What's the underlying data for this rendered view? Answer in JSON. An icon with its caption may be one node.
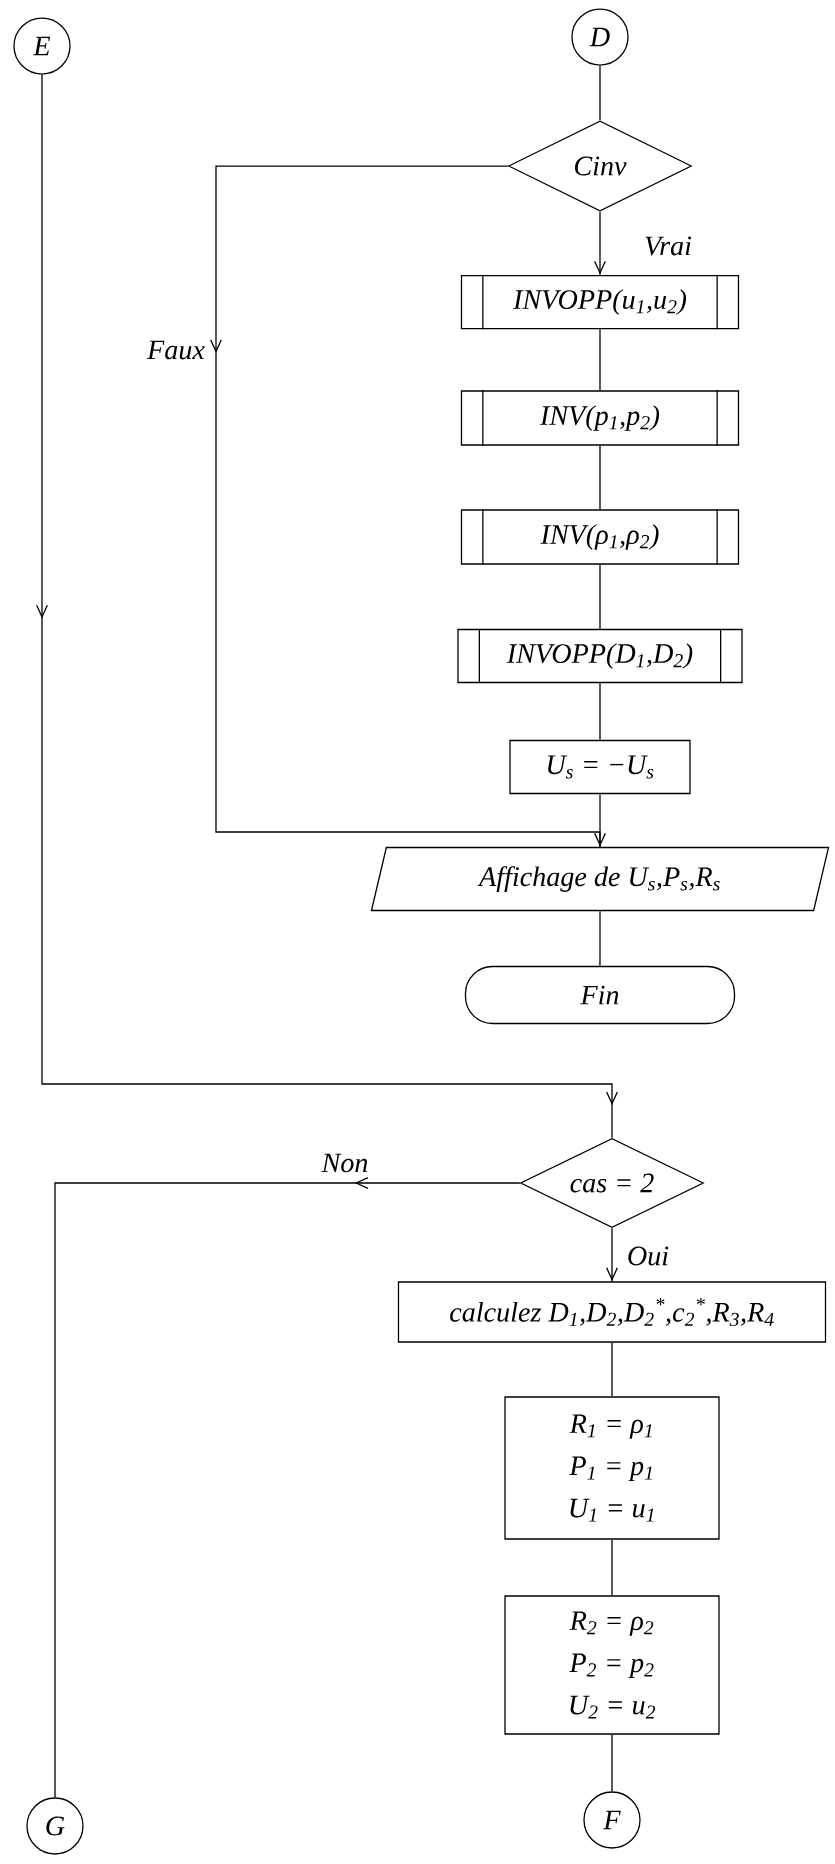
{
  "diagram": {
    "nodes": [
      {
        "text": [
          "E"
        ]
      },
      {
        "text": [
          "D"
        ]
      },
      {
        "text": [
          "Cinv"
        ]
      },
      {
        "text": [
          "INVOPP(u$_{1}$,u$_{2}$)"
        ]
      },
      {
        "text": [
          "INV(p$_{1}$,p$_{2}$)"
        ]
      },
      {
        "text": [
          "INV(ρ$_{1}$,ρ$_{2}$)"
        ]
      },
      {
        "text": [
          "INVOPP(D$_{1}$,D$_{2}$)"
        ]
      },
      {
        "text": [
          "U$_{s}$ = −U$_{s}$"
        ]
      },
      {
        "text": [
          "Affichage de U$_{s}$,P$_{s}$,R$_{s}$"
        ]
      },
      {
        "text": [
          "Fin"
        ]
      },
      {
        "text": [
          "cas = 2"
        ]
      },
      {
        "text": [
          "calculez D$_{1}$,D$_{2}$,D$_{2}$$^{*}$,c$_{2}$$^{*}$,R$_{3}$,R$_{4}$"
        ]
      },
      {
        "text": [
          "R$_{1}$ = ρ$_{1}$",
          "P$_{1}$ = p$_{1}$",
          "U$_{1}$ = u$_{1}$"
        ]
      },
      {
        "text": [
          "R$_{2}$ = ρ$_{2}$",
          "P$_{2}$ = p$_{2}$",
          "U$_{2}$ = u$_{2}$"
        ]
      },
      {
        "text": [
          "G"
        ]
      },
      {
        "text": [
          "F"
        ]
      }
    ],
    "edges": [
      {
        "from": 1,
        "to": 2,
        "arrow": "none"
      },
      {
        "from": 2,
        "to": 3,
        "arrow": "to",
        "label": "Vrai"
      },
      {
        "from": 2,
        "to": 8,
        "arrow": "to",
        "label": "Faux"
      },
      {
        "from": 3,
        "to": 4,
        "arrow": "none"
      },
      {
        "from": 4,
        "to": 5,
        "arrow": "none"
      },
      {
        "from": 5,
        "to": 6,
        "arrow": "none"
      },
      {
        "from": 6,
        "to": 7,
        "arrow": "none"
      },
      {
        "from": 7,
        "to": 8,
        "arrow": "to"
      },
      {
        "from": 8,
        "to": 9,
        "arrow": "none"
      },
      {
        "from": 0,
        "to": 10,
        "arrow": "to"
      },
      {
        "from": 10,
        "to": 14,
        "arrow": "to",
        "label": "Non"
      },
      {
        "from": 10,
        "to": 11,
        "arrow": "to",
        "label": "Oui"
      },
      {
        "from": 11,
        "to": 12,
        "arrow": "none"
      },
      {
        "from": 12,
        "to": 13,
        "arrow": "none"
      },
      {
        "from": 13,
        "to": 15,
        "arrow": "none"
      }
    ]
  }
}
